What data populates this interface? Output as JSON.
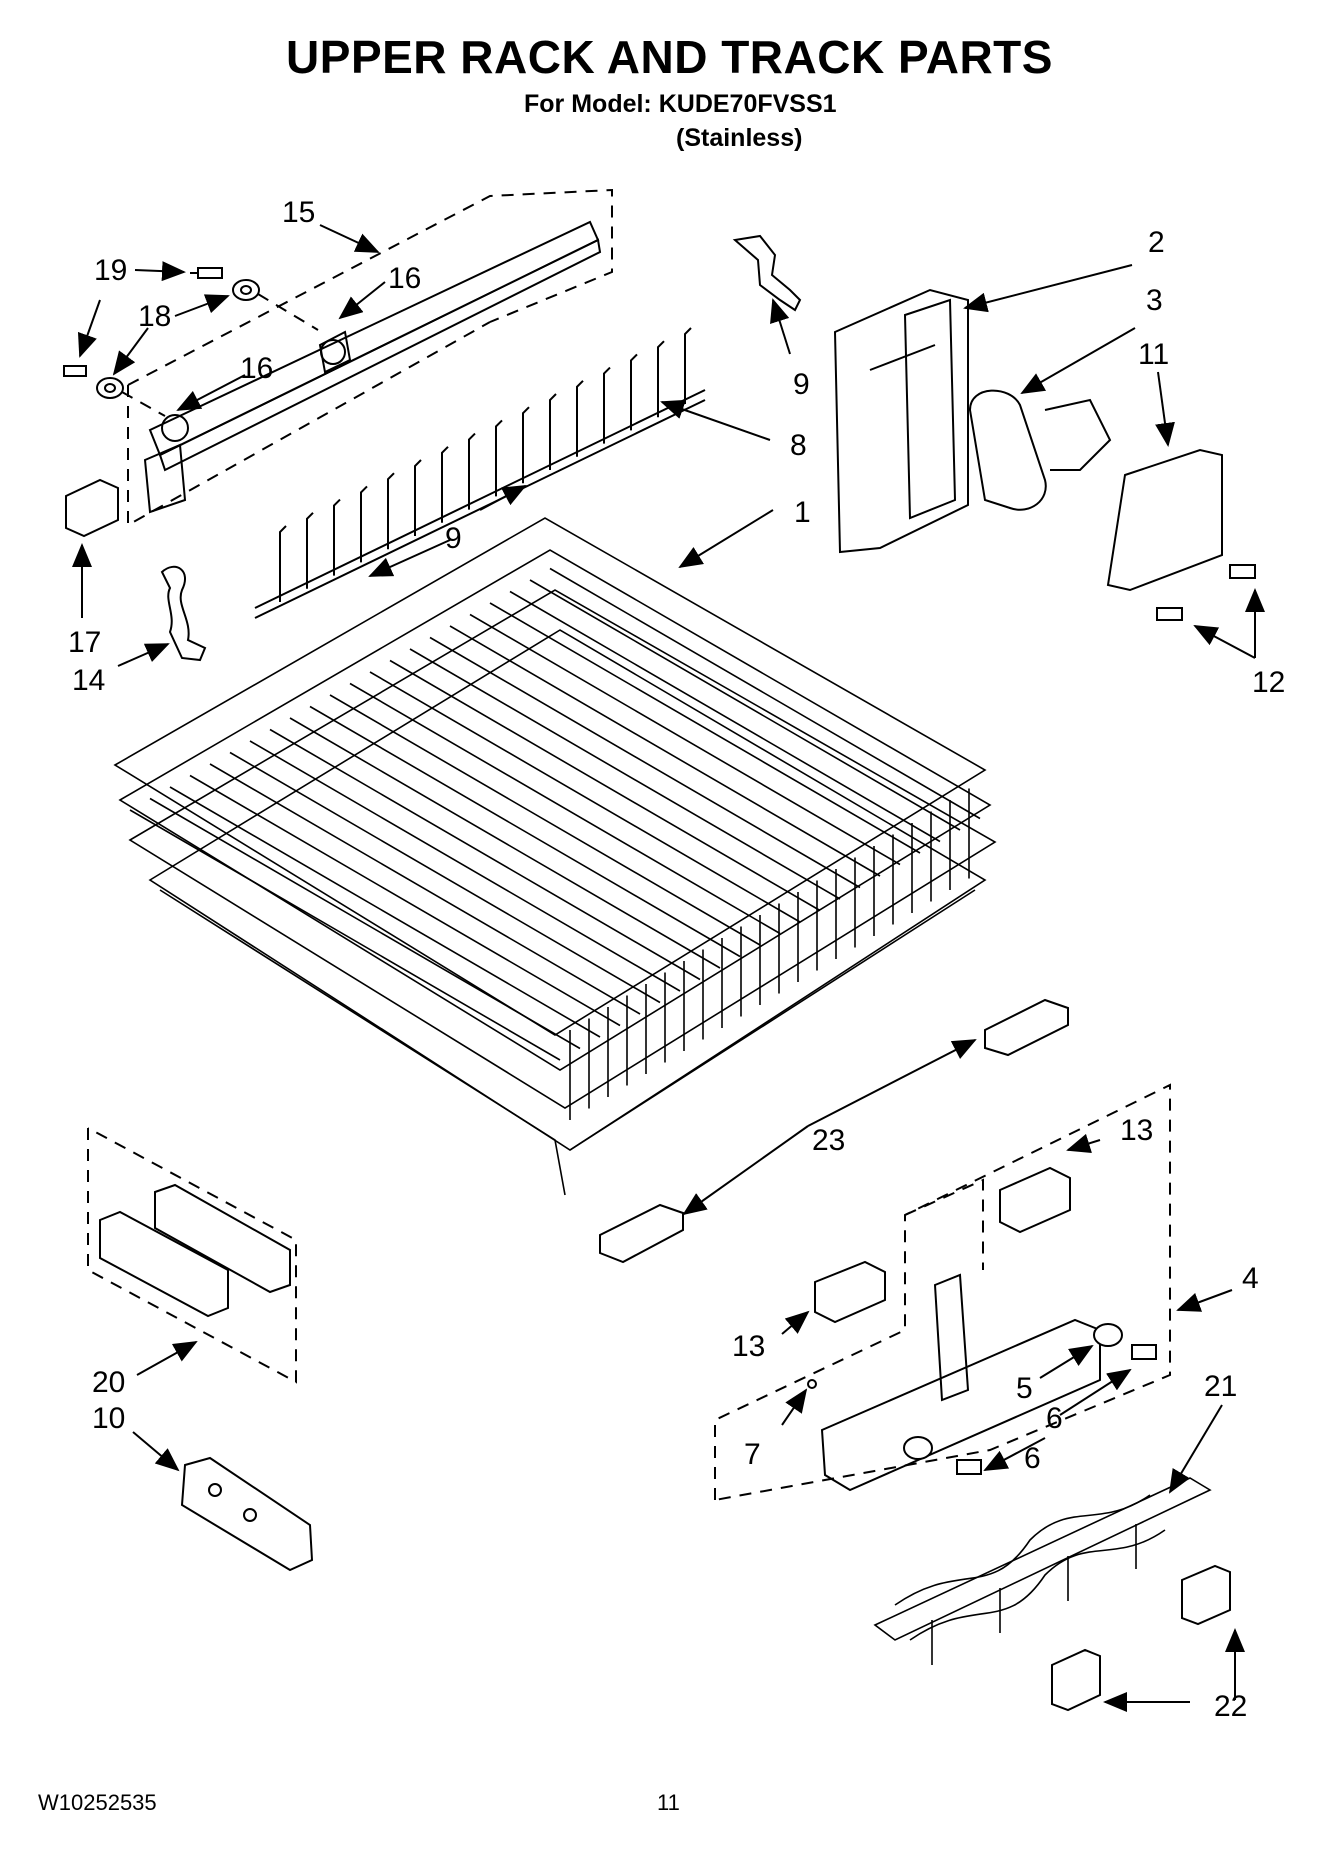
{
  "header": {
    "title": "UPPER RACK AND TRACK PARTS",
    "model": "For Model: KUDE70FVSS1",
    "variant": "(Stainless)"
  },
  "callouts": {
    "c1": "1",
    "c2": "2",
    "c3": "3",
    "c4": "4",
    "c5": "5",
    "c6a": "6",
    "c6b": "6",
    "c7": "7",
    "c8": "8",
    "c9a": "9",
    "c9b": "9",
    "c10": "10",
    "c11": "11",
    "c12": "12",
    "c13a": "13",
    "c13b": "13",
    "c14": "14",
    "c15": "15",
    "c16a": "16",
    "c16b": "16",
    "c17": "17",
    "c18": "18",
    "c19": "19",
    "c20": "20",
    "c21": "21",
    "c22": "22",
    "c23": "23"
  },
  "footer": {
    "doc_number": "W10252535",
    "page": "11"
  }
}
